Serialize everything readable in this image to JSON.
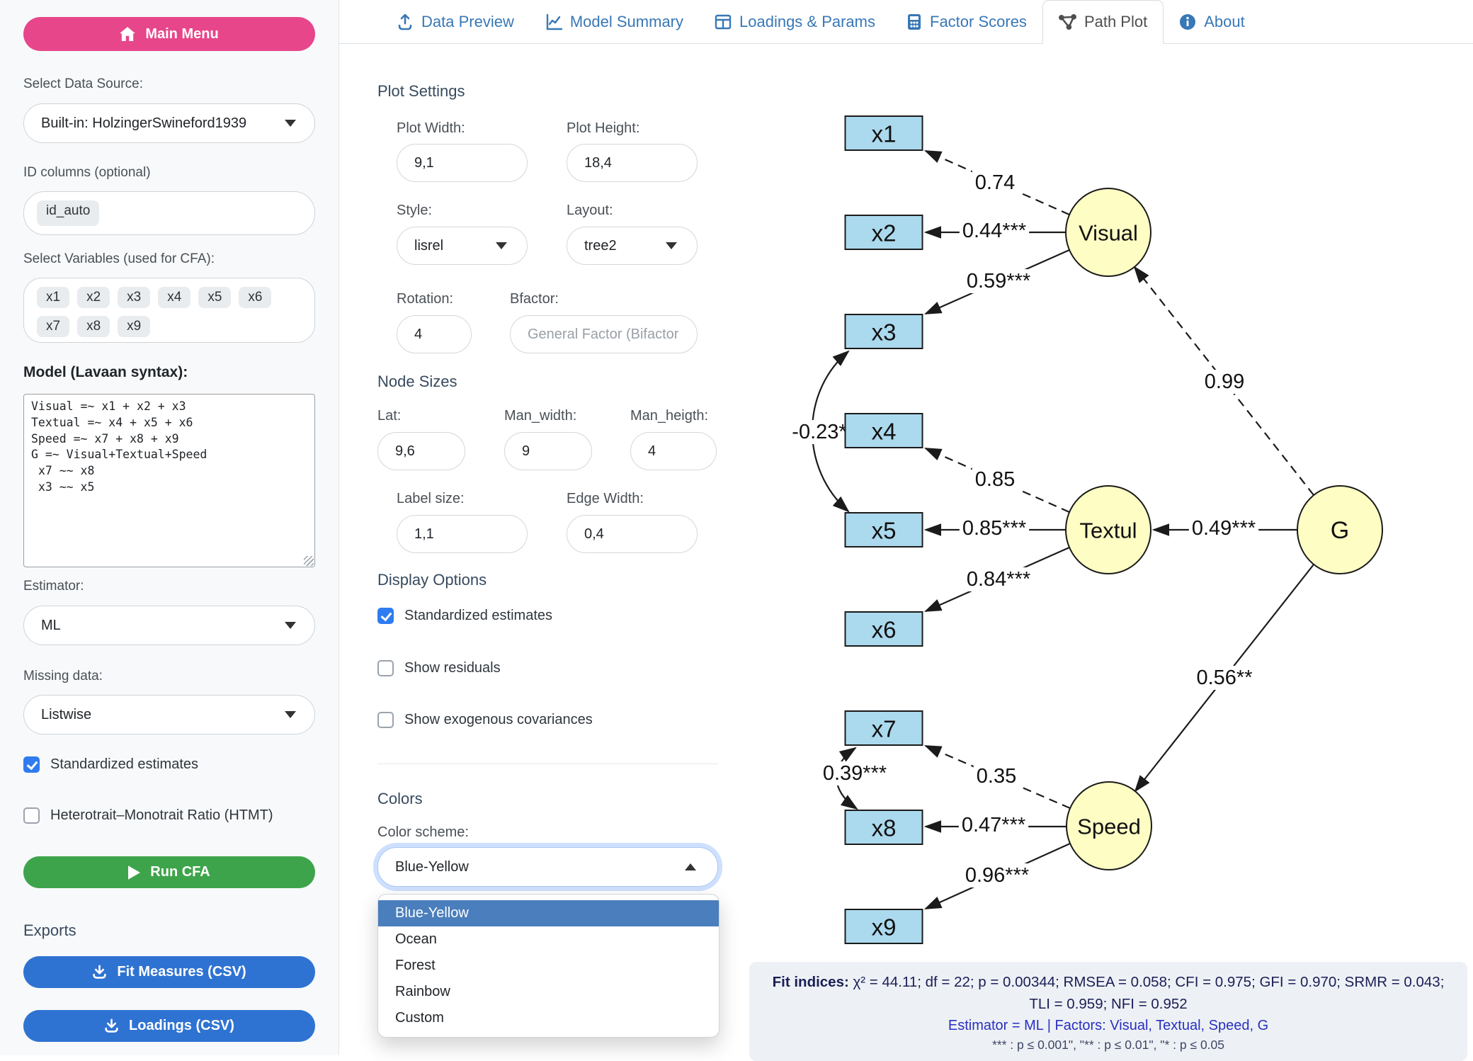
{
  "sidebar": {
    "main_menu_label": "Main Menu",
    "data_source": {
      "label": "Select Data Source:",
      "value": "Built-in: HolzingerSwineford1939"
    },
    "id_columns": {
      "label": "ID columns (optional)",
      "chips": [
        "id_auto"
      ]
    },
    "variables": {
      "label": "Select Variables (used for CFA):",
      "chips": [
        "x1",
        "x2",
        "x3",
        "x4",
        "x5",
        "x6",
        "x7",
        "x8",
        "x9"
      ]
    },
    "model": {
      "label": "Model (Lavaan syntax):",
      "value": "Visual =~ x1 + x2 + x3\nTextual =~ x4 + x5 + x6\nSpeed =~ x7 + x8 + x9\nG =~ Visual+Textual+Speed\n x7 ~~ x8\n x3 ~~ x5"
    },
    "estimator": {
      "label": "Estimator:",
      "value": "ML"
    },
    "missing": {
      "label": "Missing data:",
      "value": "Listwise"
    },
    "standardized_checkbox": {
      "label": "Standardized estimates",
      "checked": true
    },
    "htmt_checkbox": {
      "label": "Heterotrait–Monotrait Ratio (HTMT)",
      "checked": false
    },
    "run_button": "Run CFA",
    "exports_heading": "Exports",
    "export_fit_button": "Fit Measures (CSV)",
    "export_loadings_button": "Loadings (CSV)"
  },
  "tabs": [
    {
      "label": "Data Preview",
      "icon": "upload-icon",
      "active": false
    },
    {
      "label": "Model Summary",
      "icon": "chart-line-icon",
      "active": false
    },
    {
      "label": "Loadings & Params",
      "icon": "table-icon",
      "active": false
    },
    {
      "label": "Factor Scores",
      "icon": "calculator-icon",
      "active": false
    },
    {
      "label": "Path Plot",
      "icon": "diagram-icon",
      "active": true
    },
    {
      "label": "About",
      "icon": "info-icon",
      "active": false
    }
  ],
  "settings": {
    "heading": "Plot Settings",
    "plot_width": {
      "label": "Plot Width:",
      "value": "9,1"
    },
    "plot_height": {
      "label": "Plot Height:",
      "value": "18,4"
    },
    "style": {
      "label": "Style:",
      "value": "lisrel"
    },
    "layout": {
      "label": "Layout:",
      "value": "tree2"
    },
    "rotation": {
      "label": "Rotation:",
      "value": "4"
    },
    "bfactor": {
      "label": "Bfactor:",
      "placeholder": "General Factor (Bifactor"
    },
    "node_sizes_heading": "Node Sizes",
    "lat": {
      "label": "Lat:",
      "value": "9,6"
    },
    "man_width": {
      "label": "Man_width:",
      "value": "9"
    },
    "man_heigth": {
      "label": "Man_heigth:",
      "value": "4"
    },
    "label_size": {
      "label": "Label size:",
      "value": "1,1"
    },
    "edge_width": {
      "label": "Edge Width:",
      "value": "0,4"
    },
    "display_heading": "Display Options",
    "display_options": [
      {
        "label": "Standardized estimates",
        "checked": true
      },
      {
        "label": "Show residuals",
        "checked": false
      },
      {
        "label": "Show exogenous covariances",
        "checked": false
      }
    ],
    "colors_heading": "Colors",
    "scheme_label": "Color scheme:",
    "scheme_value": "Blue-Yellow",
    "scheme_options": [
      "Blue-Yellow",
      "Ocean",
      "Forest",
      "Rainbow",
      "Custom"
    ],
    "scheme_selected_index": 0
  },
  "diagram": {
    "manifest_nodes": [
      "x1",
      "x2",
      "x3",
      "x4",
      "x5",
      "x6",
      "x7",
      "x8",
      "x9"
    ],
    "latent_nodes": [
      "Visual",
      "Textul",
      "Speed",
      "G"
    ],
    "edges": [
      {
        "from": "Visual",
        "to": "x1",
        "label": "0.74",
        "style": "dashed"
      },
      {
        "from": "Visual",
        "to": "x2",
        "label": "0.44***",
        "style": "solid"
      },
      {
        "from": "Visual",
        "to": "x3",
        "label": "0.59***",
        "style": "solid"
      },
      {
        "from": "Textul",
        "to": "x4",
        "label": "0.85",
        "style": "dashed"
      },
      {
        "from": "Textul",
        "to": "x5",
        "label": "0.85***",
        "style": "solid"
      },
      {
        "from": "Textul",
        "to": "x6",
        "label": "0.84***",
        "style": "solid"
      },
      {
        "from": "Speed",
        "to": "x7",
        "label": "0.35",
        "style": "dashed"
      },
      {
        "from": "Speed",
        "to": "x8",
        "label": "0.47***",
        "style": "solid"
      },
      {
        "from": "Speed",
        "to": "x9",
        "label": "0.96***",
        "style": "solid"
      },
      {
        "from": "G",
        "to": "Visual",
        "label": "0.99",
        "style": "dashed"
      },
      {
        "from": "G",
        "to": "Textul",
        "label": "0.49***",
        "style": "solid"
      },
      {
        "from": "G",
        "to": "Speed",
        "label": "0.56**",
        "style": "solid"
      },
      {
        "from": "x3",
        "to": "x5",
        "label": "-0.23*",
        "style": "covariance"
      },
      {
        "from": "x7",
        "to": "x8",
        "label": "0.39***",
        "style": "covariance"
      }
    ],
    "colors": {
      "manifest_fill": "#abd9ee",
      "latent_fill": "#fdfdc4",
      "edge": "#1b1b1b"
    }
  },
  "fit_panel": {
    "prefix": "Fit indices:",
    "indices": " χ² = 44.11; df = 22; p = 0.00344; RMSEA = 0.058; CFI = 0.975; GFI = 0.970; SRMR = 0.043; TLI = 0.959; NFI = 0.952",
    "estimator_line": "Estimator = ML | Factors: Visual, Textual, Speed, G",
    "significance_line": "*** : p ≤ 0.001\", \"** : p ≤ 0.01\", \"* : p ≤ 0.05"
  }
}
